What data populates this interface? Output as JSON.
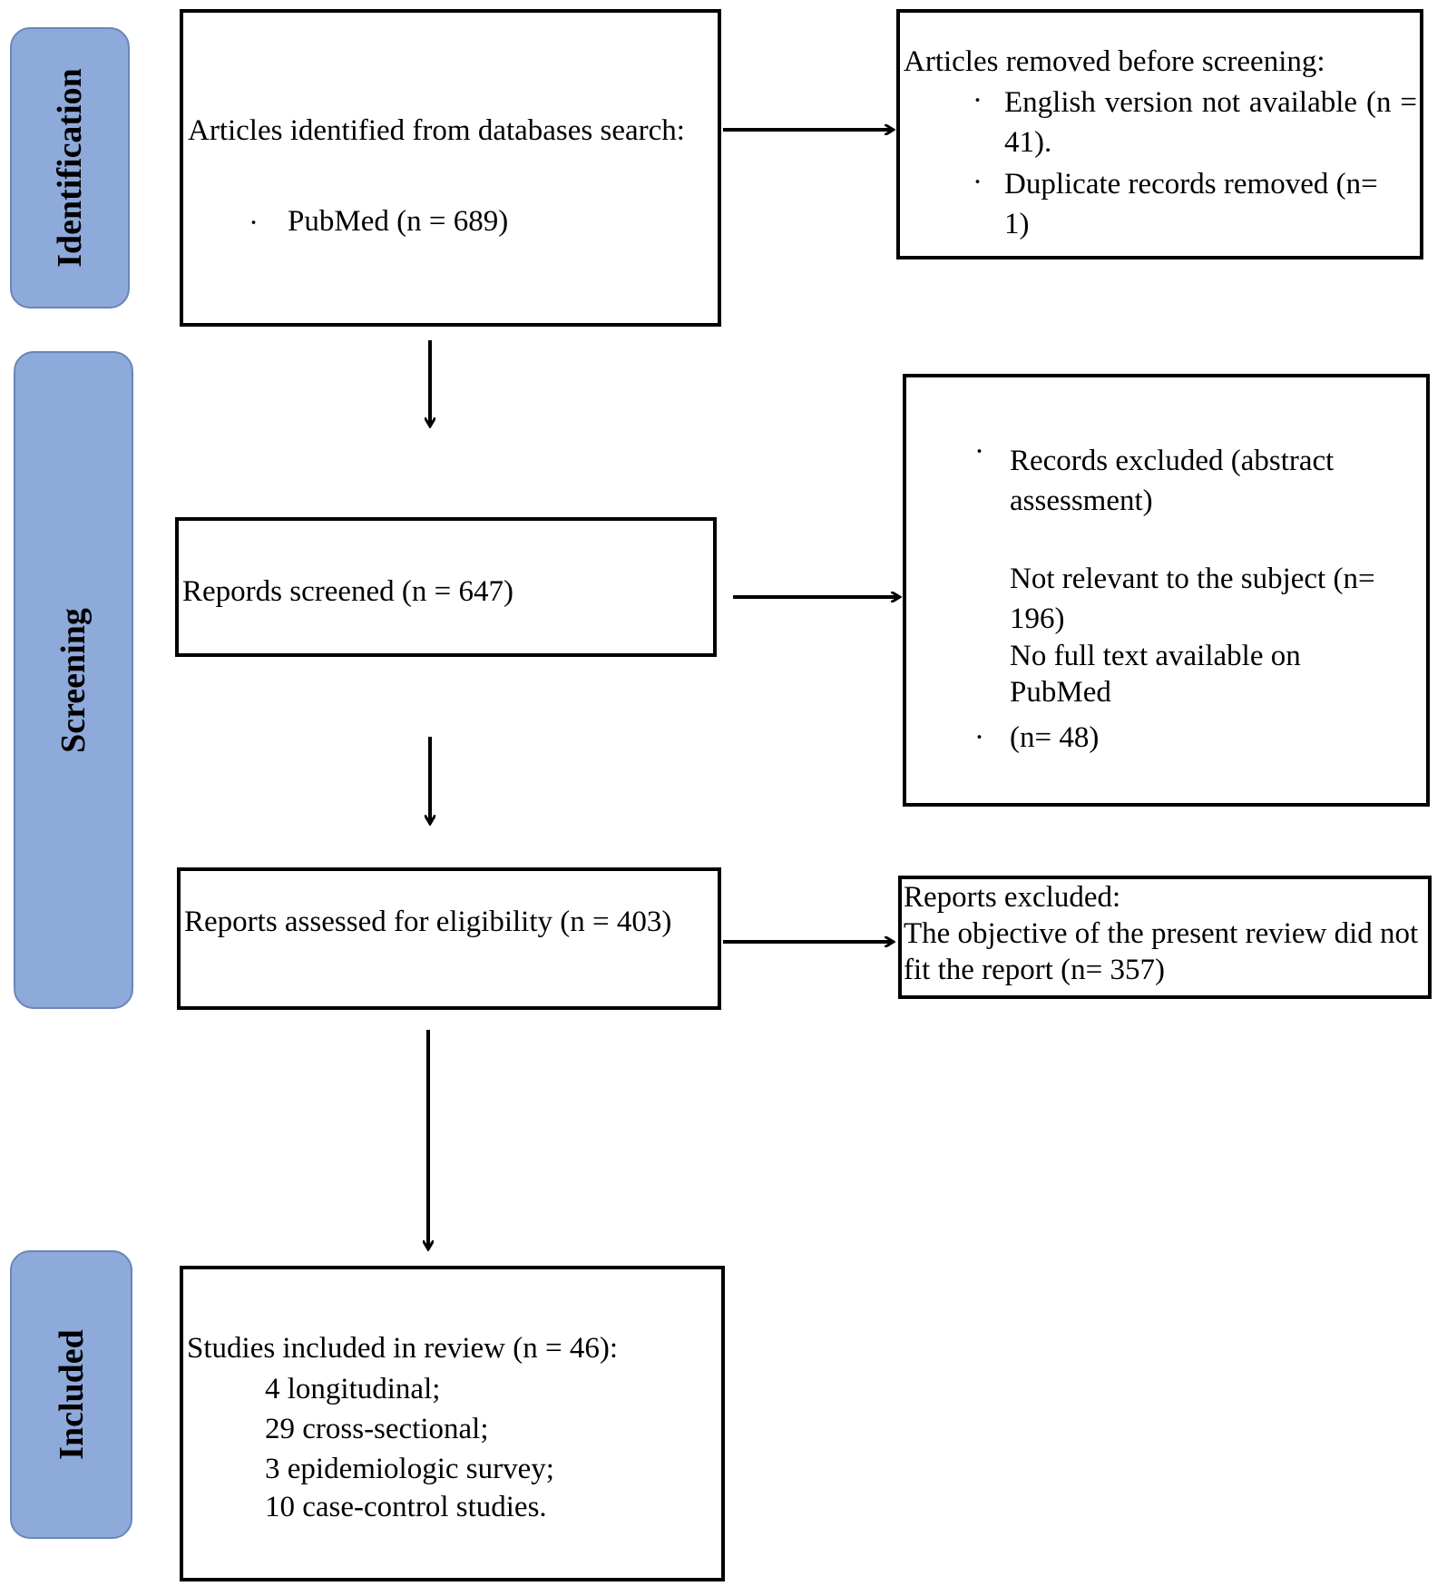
{
  "phases": {
    "identification": "Identification",
    "screening": "Screening",
    "included": "Included"
  },
  "bullet": "·",
  "identified": {
    "text": "Articles identified from databases search:",
    "item": "PubMed (n = 689)"
  },
  "removed": {
    "title": "Articles removed before screening:",
    "item1": "English version not available (n = 41).",
    "item2": "Duplicate records removed (n= 1)"
  },
  "screened": {
    "text": "Repords screened (n = 647)"
  },
  "excluded_screening": {
    "line1": "Records excluded (abstract assessment)",
    "line2": "Not relevant to the subject (n= 196)",
    "line3": "No full text available on PubMed",
    "line4": "(n= 48)"
  },
  "eligibility": {
    "text": "Reports assessed for eligibility (n = 403)"
  },
  "reports_excluded": {
    "title": "Reports excluded:",
    "text": "The objective of the present review did not fit the report (n= 357)"
  },
  "included": {
    "title": "Studies included in review (n = 46):",
    "item1": "4 longitudinal;",
    "item2": "29 cross-sectional;",
    "item3": "3 epidemiologic survey;",
    "item4": "10 case-control studies."
  }
}
